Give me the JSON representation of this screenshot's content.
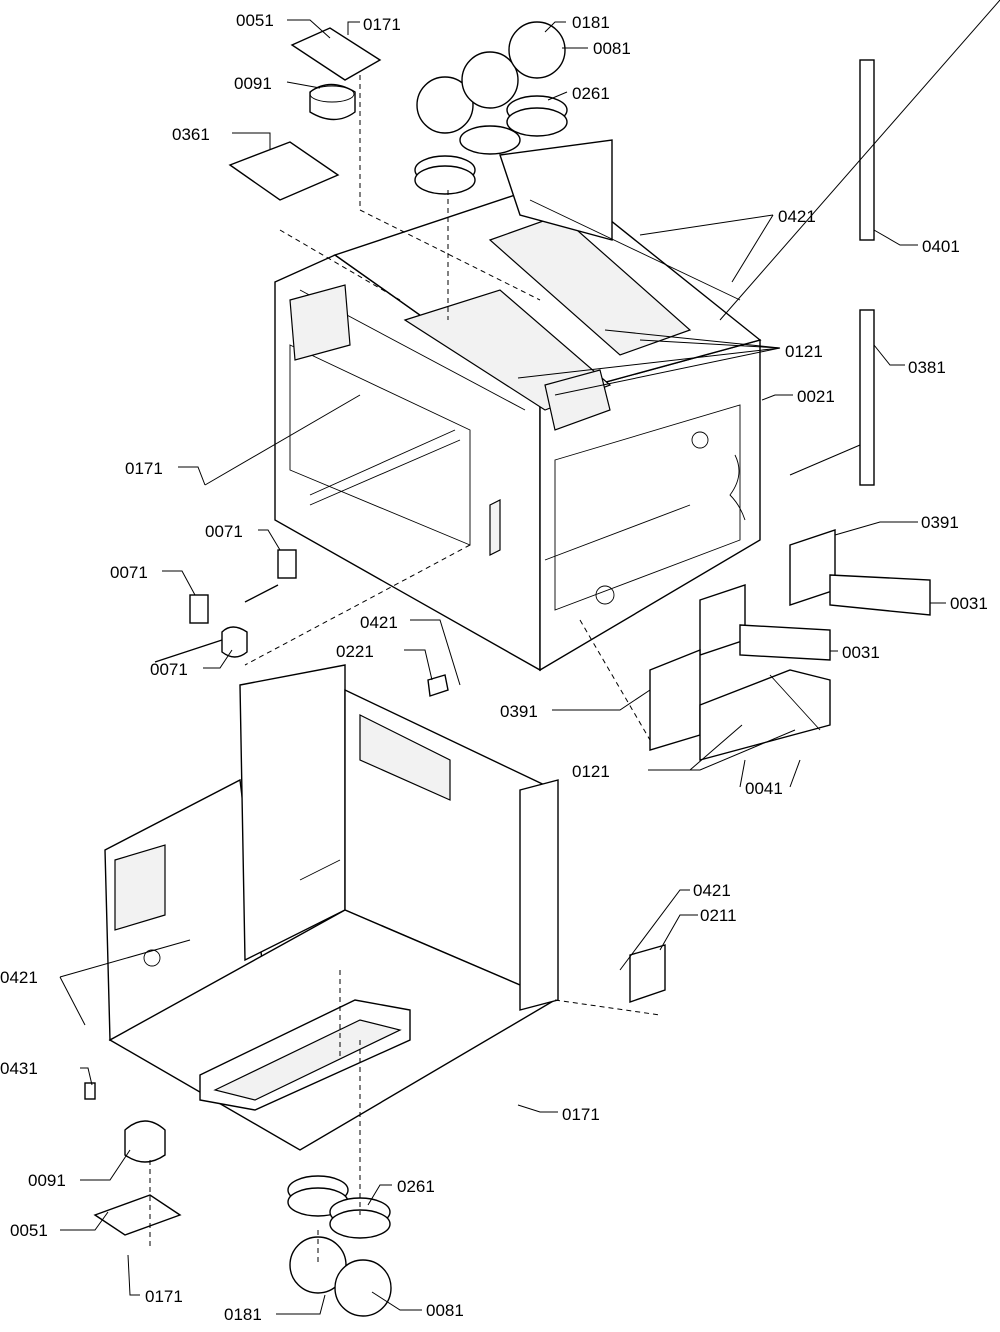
{
  "labels": [
    {
      "id": "0051",
      "text": "0051"
    },
    {
      "id": "0171",
      "text": "0171"
    },
    {
      "id": "0181",
      "text": "0181"
    },
    {
      "id": "0081",
      "text": "0081"
    },
    {
      "id": "0091",
      "text": "0091"
    },
    {
      "id": "0261",
      "text": "0261"
    },
    {
      "id": "0361",
      "text": "0361"
    },
    {
      "id": "0421",
      "text": "0421"
    },
    {
      "id": "0401",
      "text": "0401"
    },
    {
      "id": "0121",
      "text": "0121"
    },
    {
      "id": "0381",
      "text": "0381"
    },
    {
      "id": "0021",
      "text": "0021"
    },
    {
      "id": "0071",
      "text": "0071"
    },
    {
      "id": "0391",
      "text": "0391"
    },
    {
      "id": "0031",
      "text": "0031"
    },
    {
      "id": "0221",
      "text": "0221"
    },
    {
      "id": "0041",
      "text": "0041"
    },
    {
      "id": "0211",
      "text": "0211"
    },
    {
      "id": "0431",
      "text": "0431"
    }
  ]
}
